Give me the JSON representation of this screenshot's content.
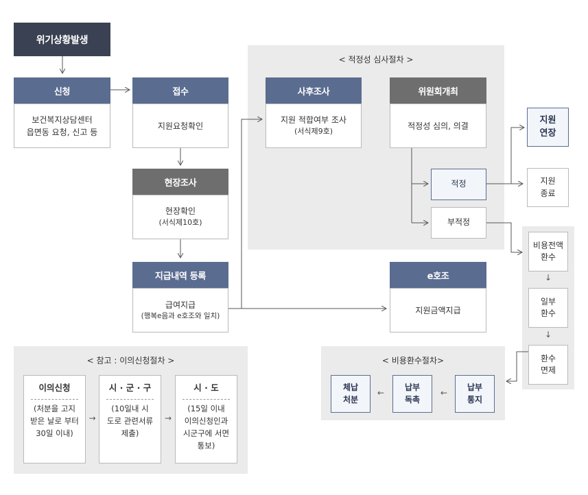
{
  "start": {
    "label": "위기상황발생"
  },
  "apply": {
    "head": "신청",
    "line1": "보건복지상담센터",
    "line2": "읍면동 요청, 신고 등"
  },
  "receive": {
    "head": "접수",
    "line1": "지원요청확인"
  },
  "onsite": {
    "head": "현장조사",
    "line1": "현장확인",
    "line2": "(서식제10호)"
  },
  "register": {
    "head": "지급내역 등록",
    "line1": "급여지급",
    "line2": "(행복e음과 e호조와 일치)"
  },
  "review": {
    "title": "< 적정성 심사절차 >",
    "post_survey": {
      "head": "사후조사",
      "line1": "지원 적합여부 조사",
      "line2": "(서식제9호)"
    },
    "committee": {
      "head": "위원회개최",
      "line1": "적정성 심의, 의결"
    },
    "adequate": "적정",
    "inadequate": "부적정"
  },
  "extend": {
    "line1": "지원",
    "line2": "연장"
  },
  "end": {
    "line1": "지원",
    "line2": "종료"
  },
  "ehojo": {
    "head": "e호조",
    "line1": "지원금액지급"
  },
  "refund_steps": {
    "full": {
      "line1": "비용전액",
      "line2": "환수"
    },
    "partial": {
      "line1": "일부",
      "line2": "환수"
    },
    "exempt": {
      "line1": "환수",
      "line2": "면제"
    },
    "down_arrow": "↓"
  },
  "refund_proc": {
    "title": "< 비용환수절차>",
    "notice": {
      "line1": "납부",
      "line2": "통지"
    },
    "urge": {
      "line1": "납부",
      "line2": "독촉"
    },
    "dispose": {
      "line1": "체납",
      "line2": "처분"
    },
    "left_arrow": "←"
  },
  "objection": {
    "title": "< 참고 : 이의신청절차 >",
    "step1": {
      "title": "이의신청",
      "lines": [
        "(처분을 고지",
        "받은 날로 부터",
        "30일 이내)"
      ]
    },
    "step2": {
      "title": "시 · 군 · 구",
      "lines": [
        "(10일내 시",
        "도로 관련서류",
        "제출)"
      ]
    },
    "step3": {
      "title": "시 · 도",
      "lines": [
        "(15일 이내",
        "이의신청인과",
        "시군구에 서면",
        "통보)"
      ]
    },
    "right_arrow": "→"
  }
}
